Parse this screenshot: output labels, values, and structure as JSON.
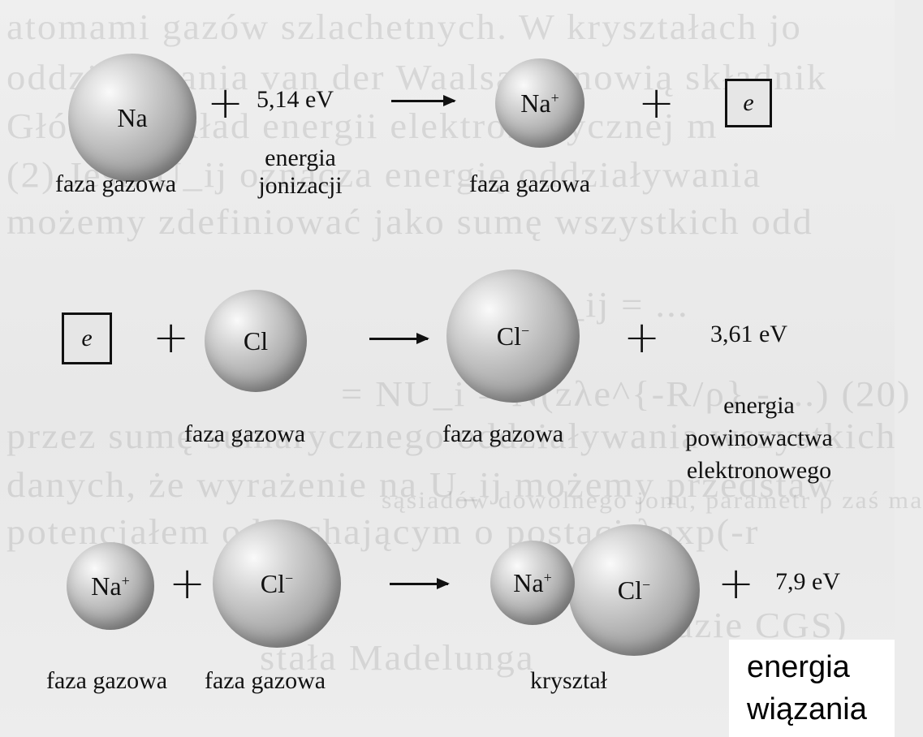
{
  "background_text": [
    "atomami gazów szlachetnych. W kryształach jo",
    "oddziaływania van der Waalsa stanowią składnik",
    "Główny wkład energii elektrostatycznej m",
    "(2) Jeśli U_ij oznacza energię oddziaływania",
    "możemy zdefiniować jako sumę wszystkich odd",
    "U_ij = ...",
    "= NU_i = N(zλe^{-R/ρ} - ...)   (20)",
    "przez sumę sumarycznego oddziaływania wszystkich",
    "danych, że wyrażenie na U_ij możemy przedstaw",
    "potencjałem odpychającym o postaci λexp(-r",
    "sąsiadów dowolnego jonu, parametr ρ zaś ma",
    "dzie CGS)",
    "stała Madelunga"
  ],
  "row1": {
    "atom_na": "Na",
    "plus_1": "+",
    "energy_value": "5,14 eV",
    "energy_label_1": "energia",
    "energy_label_2": "jonizacji",
    "ion_na": "Na",
    "ion_na_charge": "+",
    "plus_2": "+",
    "electron": "e",
    "phase_left": "faza gazowa",
    "phase_right": "faza gazowa"
  },
  "row2": {
    "electron": "e",
    "plus_1": "+",
    "atom_cl": "Cl",
    "ion_cl": "Cl",
    "ion_cl_charge": "−",
    "plus_2": "+",
    "energy_value": "3,61 eV",
    "phase_left": "faza gazowa",
    "phase_right": "faza gazowa",
    "energy_label_1": "energia",
    "energy_label_2": "powinowactwa",
    "energy_label_3": "elektronowego"
  },
  "row3": {
    "ion_na": "Na",
    "ion_na_charge": "+",
    "plus_1": "+",
    "ion_cl": "Cl",
    "ion_cl_charge": "−",
    "crystal_na": "Na",
    "crystal_na_charge": "+",
    "crystal_cl": "Cl",
    "crystal_cl_charge": "−",
    "plus_2": "+",
    "energy_value": "7,9 eV",
    "phase_1": "faza gazowa",
    "phase_2": "faza gazowa",
    "phase_3": "kryształ"
  },
  "binding_label": {
    "line1": "energia",
    "line2": "wiązania"
  }
}
